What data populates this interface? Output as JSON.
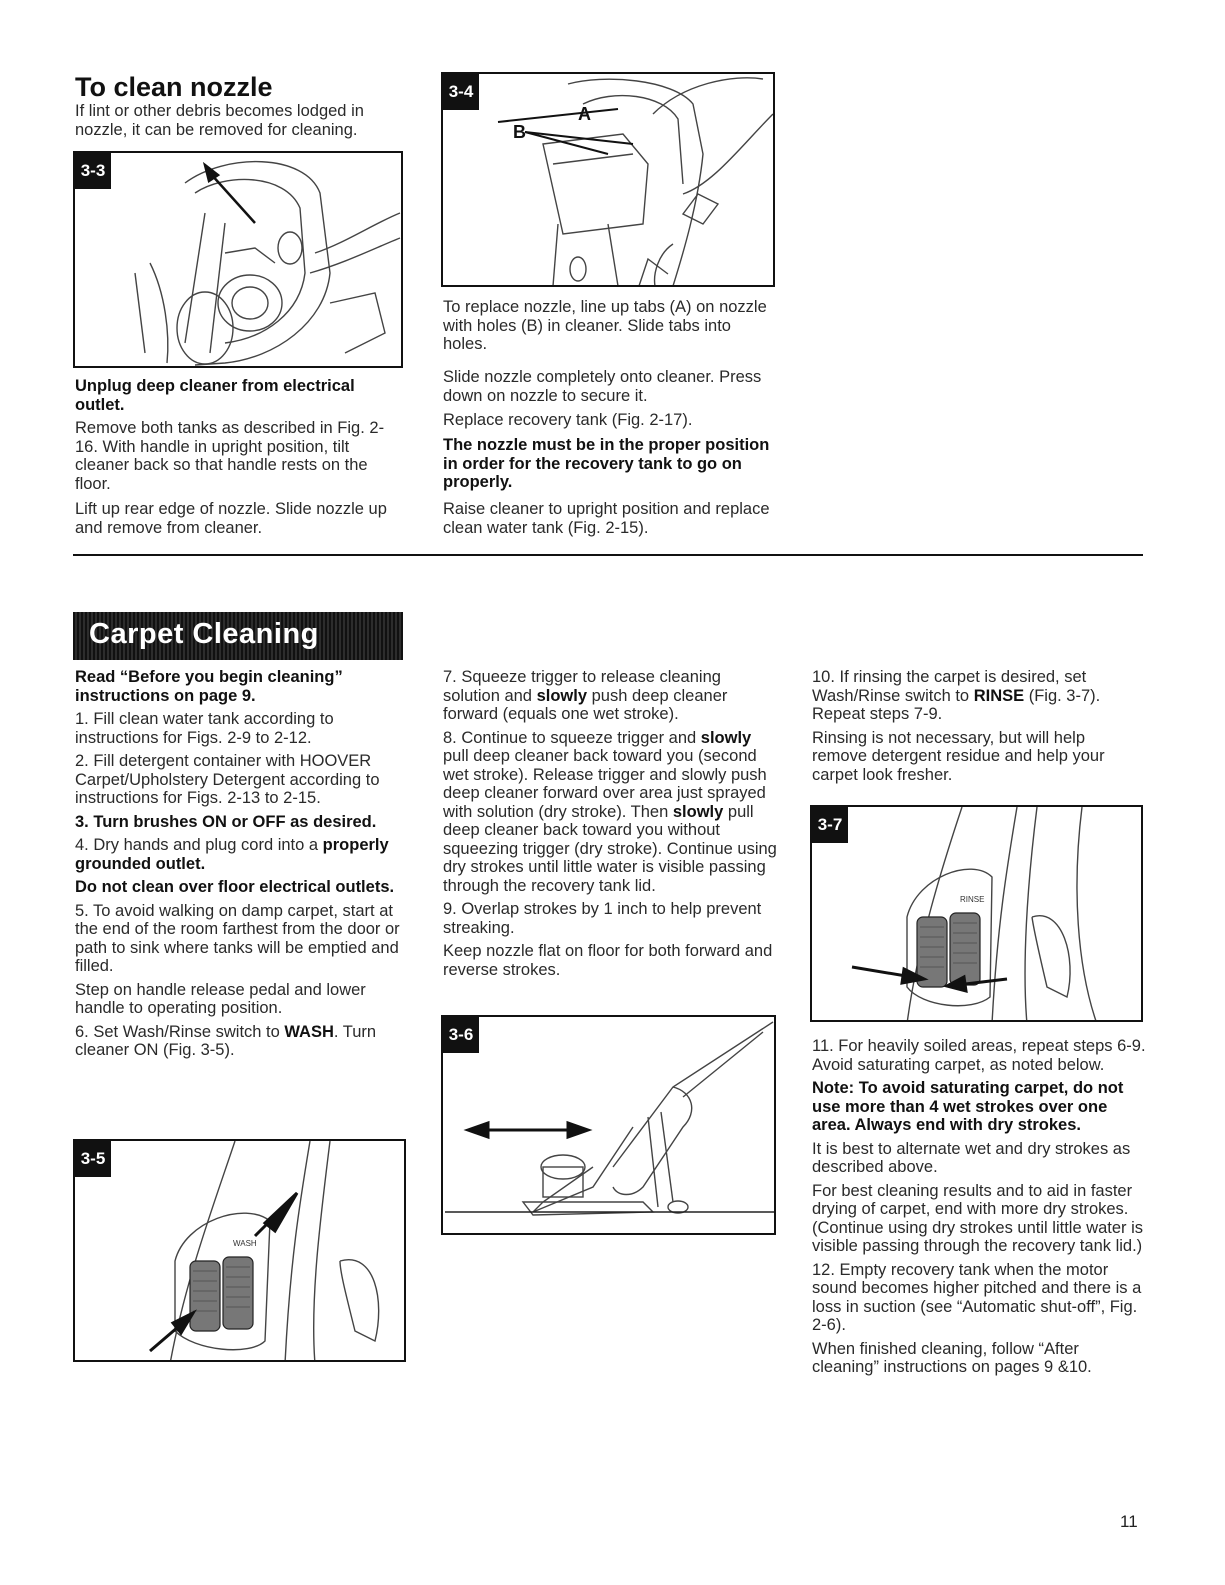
{
  "section1": {
    "title": "To clean nozzle",
    "intro": "If lint or other debris becomes lodged in nozzle, it can be removed for cleaning.",
    "unplug": "Unplug deep cleaner from electrical outlet.",
    "remove_tanks": "Remove both tanks as described in Fig. 2-16. With handle in upright position, tilt cleaner back so that handle rests on the floor.",
    "lift": "Lift up rear edge of nozzle. Slide nozzle up and remove from cleaner.",
    "replace": "To replace nozzle, line up tabs (A) on nozzle with holes (B) in cleaner. Slide tabs into holes.",
    "slide": "Slide nozzle completely onto cleaner. Press down on nozzle to secure it.",
    "replace_recovery": "Replace recovery tank (Fig. 2-17).",
    "warning": "The nozzle must be in the proper position in order for the recovery tank to go on properly.",
    "raise": "Raise cleaner to upright position and replace clean water tank (Fig. 2-15)."
  },
  "figures": {
    "f33": "3-3",
    "f34": "3-4",
    "f35": "3-5",
    "f36": "3-6",
    "f37": "3-7",
    "label_a": "A",
    "label_b": "B",
    "switch_wash": "WASH",
    "switch_rinse": "RINSE"
  },
  "section2": {
    "banner": "Carpet Cleaning",
    "read_before": "Read “Before you begin cleaning” instructions on page 9.",
    "step1": "1. Fill clean water tank according to instructions for Figs. 2-9 to 2-12.",
    "step2": "2. Fill detergent container with HOOVER Carpet/Upholstery Detergent according to instructions for Figs. 2-13 to 2-15.",
    "step3": "3. Turn brushes ON or OFF as desired.",
    "step4_pre": "4. Dry hands and plug cord into a ",
    "step4_bold": "properly grounded outlet.",
    "no_clean": "Do not clean over floor electrical outlets.",
    "step5": "5. To avoid walking on damp carpet, start at the end of the room farthest from the door or path to sink where tanks will be emptied and filled.",
    "step_handle": "Step on handle release pedal and lower handle to operating position.",
    "step6_pre": "6. Set Wash/Rinse switch to ",
    "step6_bold": "WASH",
    "step6_post": ". Turn cleaner ON (Fig. 3-5).",
    "step7_pre": "7. Squeeze trigger to release cleaning solution and ",
    "step7_bold": "slowly",
    "step7_post": " push deep cleaner forward (equals one wet stroke).",
    "step8_pre": "8. Continue to squeeze trigger and ",
    "step8_bold1": "slowly",
    "step8_mid": " pull deep cleaner back toward you (second wet stroke). Release trigger and slowly push deep cleaner forward over area just sprayed with solution (dry stroke). Then ",
    "step8_bold2": "slowly",
    "step8_post": " pull deep cleaner back toward you without squeezing trigger (dry stroke). Continue using dry strokes until little water is visible passing through the recovery tank lid.",
    "step9": "9. Overlap strokes by 1 inch to help prevent streaking.",
    "keep_flat": "Keep nozzle flat on floor for both forward and reverse strokes.",
    "step10_pre": "10. If rinsing the carpet is desired, set Wash/Rinse switch to ",
    "step10_bold": "RINSE",
    "step10_post": " (Fig. 3-7). Repeat steps 7-9.",
    "rinsing": "Rinsing is not necessary, but will help remove detergent residue and help your carpet look fresher.",
    "step11": "11. For heavily soiled areas, repeat steps 6-9. Avoid saturating carpet, as noted below.",
    "note": "Note: To avoid saturating carpet, do not use more than 4 wet strokes over one area. Always end with dry strokes.",
    "alternate": "It is best to alternate wet and dry strokes as described above.",
    "best_results": "For best cleaning results and to aid in faster drying of carpet, end with more dry strokes. (Continue using dry strokes until little water is visible passing through the recovery tank lid.)",
    "step12": "12. Empty recovery tank when the motor sound becomes higher pitched and there is a loss in suction (see “Automatic shut-off”, Fig. 2-6).",
    "finished": "When finished cleaning, follow “After cleaning” instructions on pages 9 &10."
  },
  "page_number": "11"
}
